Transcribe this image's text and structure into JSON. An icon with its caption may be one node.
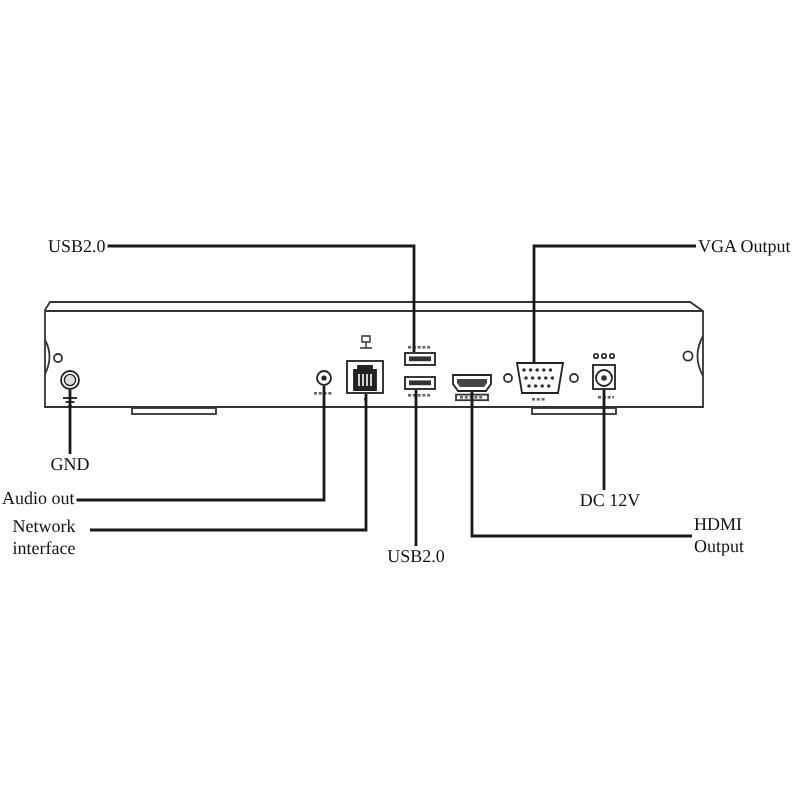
{
  "diagram": {
    "nodes": [
      {
        "text": [
          "USB2.0"
        ]
      },
      {
        "text": [
          "VGA Output"
        ]
      },
      {
        "text": [],
        "shape": "circle"
      },
      {
        "text": [],
        "shape": "circle"
      },
      {
        "text": [],
        "shape": "box"
      },
      {
        "text": [],
        "shape": "box"
      },
      {
        "text": [],
        "shape": "box"
      },
      {
        "text": [],
        "shape": "box"
      },
      {
        "text": [],
        "shape": "box"
      },
      {
        "text": [],
        "shape": "box"
      },
      {
        "text": [
          "GND"
        ]
      },
      {
        "text": [
          "DC 12V"
        ]
      },
      {
        "text": [
          "Audio out"
        ]
      },
      {
        "text": [
          "Network interface"
        ]
      },
      {
        "text": [
          "HDMI Output"
        ]
      },
      {
        "text": [
          "USB2.0"
        ]
      }
    ],
    "edges": [
      {
        "from": 0,
        "to": 5,
        "arrow": "none"
      },
      {
        "from": 1,
        "to": 8,
        "arrow": "none"
      },
      {
        "from": 10,
        "to": 2,
        "arrow": "none"
      },
      {
        "from": 12,
        "to": 3,
        "arrow": "none"
      },
      {
        "from": 13,
        "to": 4,
        "arrow": "none"
      },
      {
        "from": 15,
        "to": 6,
        "arrow": "none"
      },
      {
        "from": 14,
        "to": 7,
        "arrow": "none"
      },
      {
        "from": 11,
        "to": 9,
        "arrow": "none"
      }
    ]
  }
}
